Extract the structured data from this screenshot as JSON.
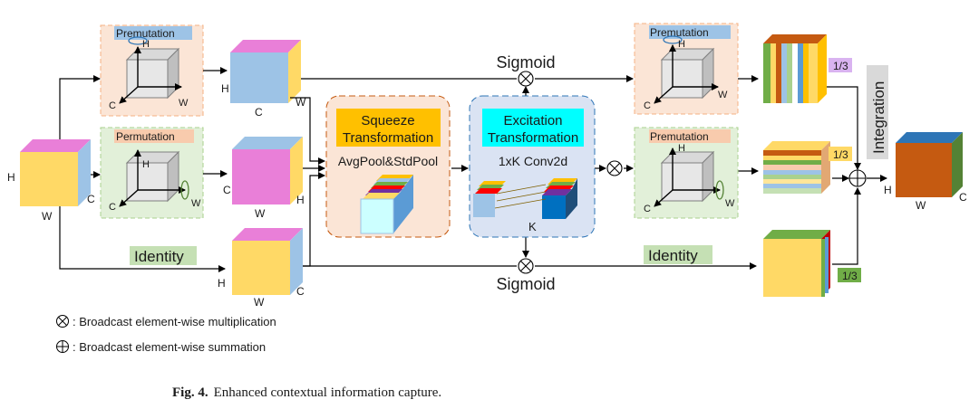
{
  "figure": {
    "caption_label": "Fig. 4",
    "caption_sep": ".",
    "caption_text": "Enhanced contextual information capture."
  },
  "input": {
    "h": "H",
    "w": "W",
    "c": "C"
  },
  "branches": {
    "top_perm_title": "Premutation",
    "mid_perm_title": "Permutation",
    "identity_label": "Identity",
    "axis_h": "H",
    "axis_w": "W",
    "axis_c": "C"
  },
  "squeeze": {
    "title_line1": "Squeeze",
    "title_line2": "Transformation",
    "pool_label": "AvgPool&StdPool"
  },
  "excitation": {
    "title_line1": "Excitation",
    "title_line2": "Transformation",
    "conv_label": "1xK Conv2d",
    "k_label": "K"
  },
  "sigmoid": {
    "top": "Sigmoid",
    "bottom": "Sigmoid"
  },
  "outputs": {
    "top_perm_title": "Premutation",
    "mid_perm_title": "Premutation",
    "identity_label": "Identity",
    "fraction_top": "1/3",
    "fraction_mid": "1/3",
    "fraction_bottom": "1/3",
    "integration_label": "Integration"
  },
  "final_cube": {
    "h": "H",
    "w": "W",
    "c": "C"
  },
  "legend": {
    "multiply": ": Broadcast element-wise multiplication",
    "sum": ": Broadcast element-wise summation"
  },
  "colors": {
    "yellow": "#ffd966",
    "pink": "#e97fd8",
    "blue": "#9dc3e6",
    "orange": "#c55a11",
    "darkblue": "#2e75b6",
    "green": "#548235",
    "identity_bg": "#c5e0b4",
    "top_box_bg": "#fbe5d6",
    "mid_box_bg": "#e2f0d9",
    "squeeze_bg": "#fbe5d6",
    "excitation_bg": "#dae3f3",
    "squeeze_title_bg": "#ffc000",
    "excitation_title_bg": "#00ffff"
  }
}
